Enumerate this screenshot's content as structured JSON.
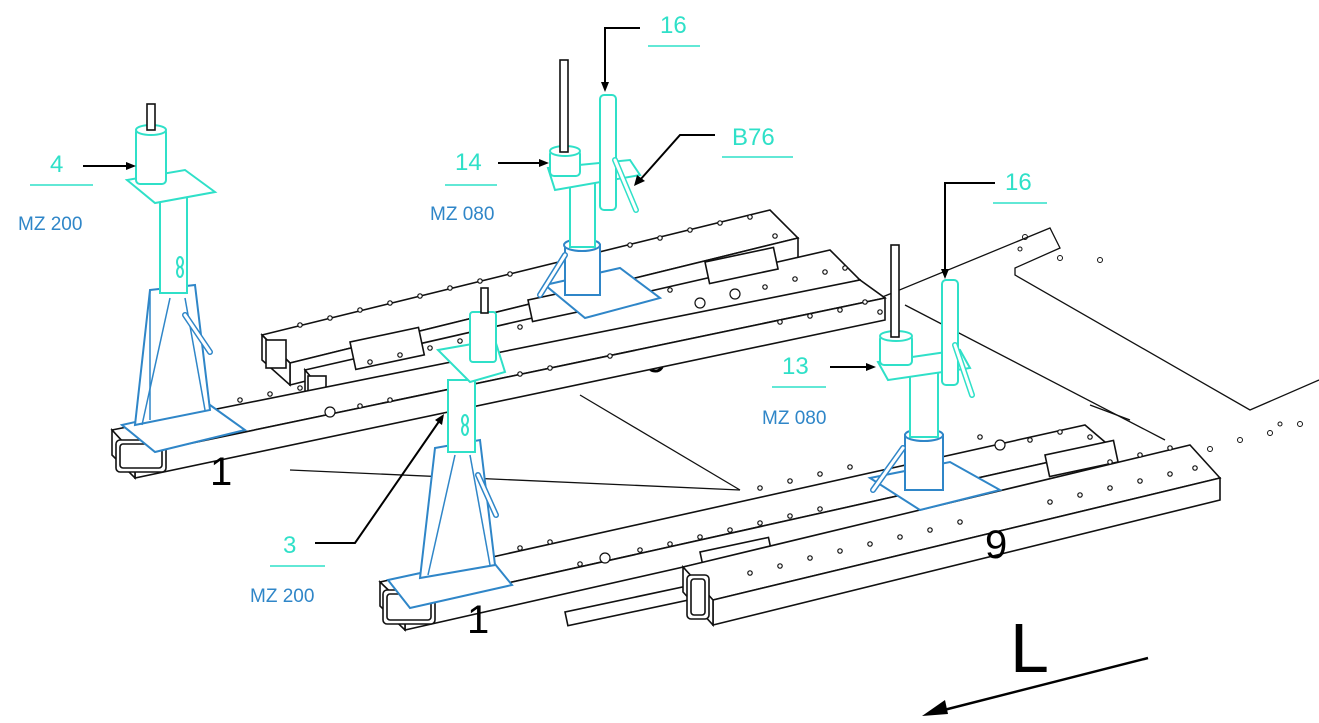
{
  "labels": {
    "part_4": "4",
    "part_4_model": "MZ 200",
    "part_14": "14",
    "part_14_model": "MZ 080",
    "part_16_top": "16",
    "part_b76": "B76",
    "part_16_right": "16",
    "part_13": "13",
    "part_13_model": "MZ 080",
    "part_3": "3",
    "part_3_model": "MZ 200",
    "beam_9_back": "9",
    "beam_9_front": "9",
    "beam_1_left": "1",
    "beam_1_front": "1",
    "direction": "L"
  },
  "colors": {
    "cyan_parts": "#2fe0c8",
    "blue_parts": "#2f86c8",
    "frame": "#111111"
  },
  "icons": {
    "direction_arrow": "arrow-down-left-icon"
  }
}
